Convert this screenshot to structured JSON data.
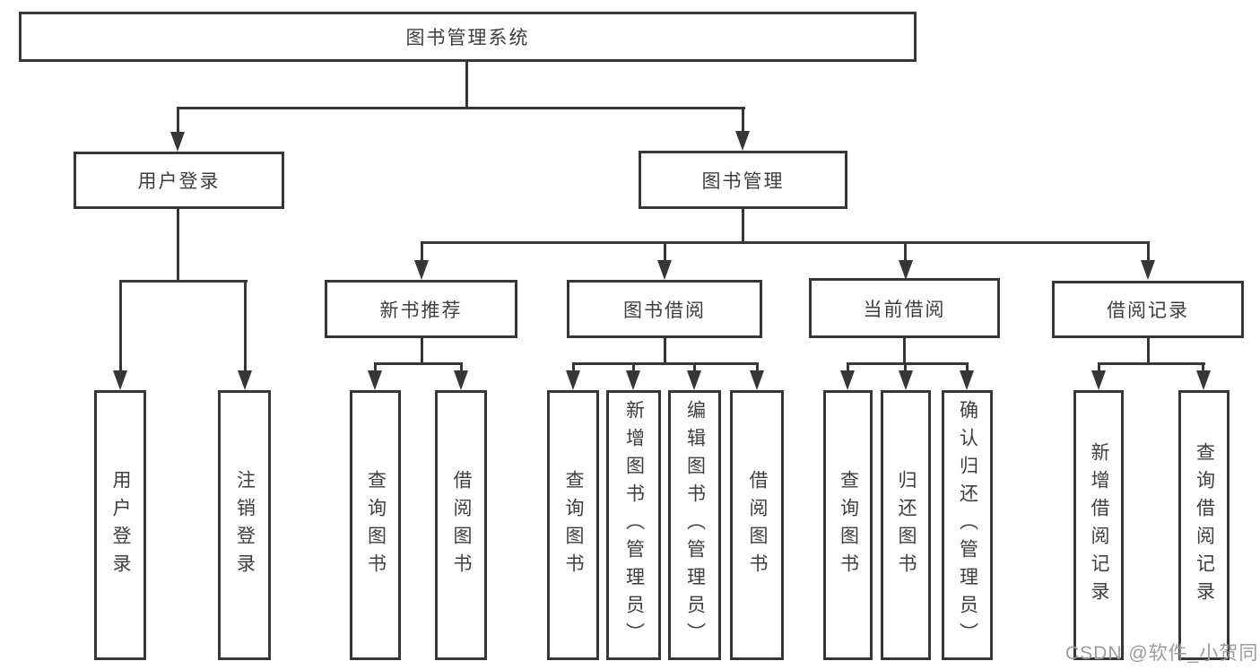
{
  "diagram": {
    "root": {
      "label": "图书管理系统"
    },
    "branches": [
      {
        "label": "用户登录",
        "children": [
          {
            "label": "用户登录"
          },
          {
            "label": "注销登录"
          }
        ]
      },
      {
        "label": "图书管理",
        "children": [
          {
            "label": "新书推荐",
            "children": [
              {
                "label": "查询图书"
              },
              {
                "label": "借阅图书"
              }
            ]
          },
          {
            "label": "图书借阅",
            "children": [
              {
                "label": "查询图书"
              },
              {
                "label": "新增图书（管理员）"
              },
              {
                "label": "编辑图书（管理员）"
              },
              {
                "label": "借阅图书"
              }
            ]
          },
          {
            "label": "当前借阅",
            "children": [
              {
                "label": "查询图书"
              },
              {
                "label": "归还图书"
              },
              {
                "label": "确认归还（管理员）"
              }
            ]
          },
          {
            "label": "借阅记录",
            "children": [
              {
                "label": "新增借阅记录"
              },
              {
                "label": "查询借阅记录"
              }
            ]
          }
        ]
      }
    ]
  },
  "watermark": {
    "text": "CSDN @软件_小贺同学"
  },
  "colors": {
    "line": "#363636",
    "text": "#3e3e3e",
    "watermark": "#9c9c9c",
    "background": "#ffffff"
  }
}
